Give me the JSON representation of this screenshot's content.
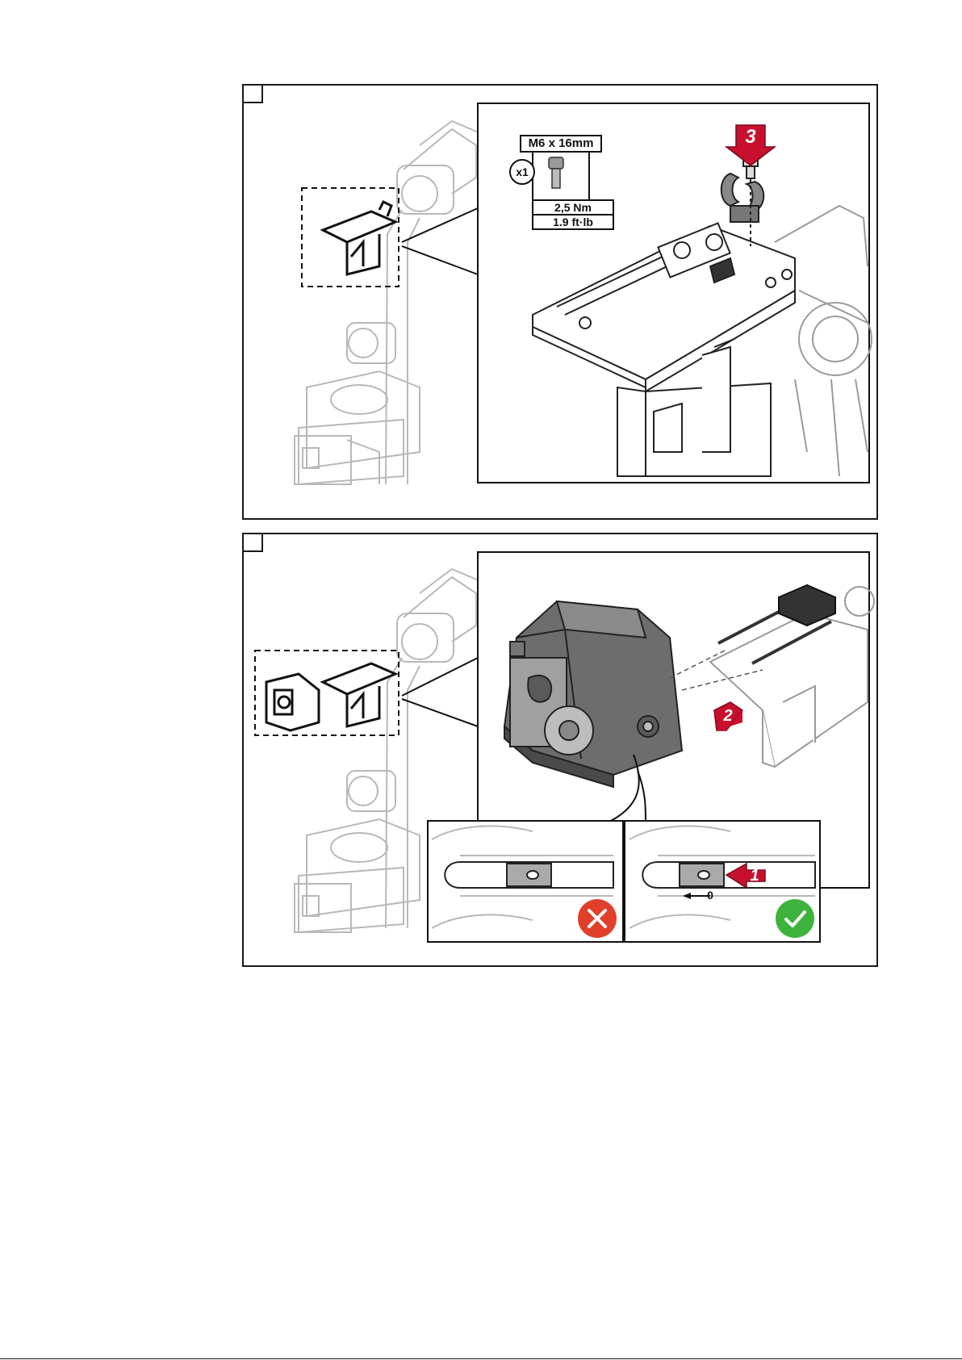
{
  "panel1": {
    "screw_spec": "M6 x 16mm",
    "quantity": "x1",
    "torque_metric": "2,5 Nm",
    "torque_imperial": "1.9 ft·lb",
    "step_badge": "3"
  },
  "panel2": {
    "step_badge_slide": "2",
    "step_badge_push": "1",
    "gap_label": "0"
  },
  "colors": {
    "accent_red": "#c8102e",
    "wrong_red": "#e0402a",
    "right_green": "#3db33d",
    "line": "#1a1a1a",
    "light_line": "#b8b8b8"
  }
}
